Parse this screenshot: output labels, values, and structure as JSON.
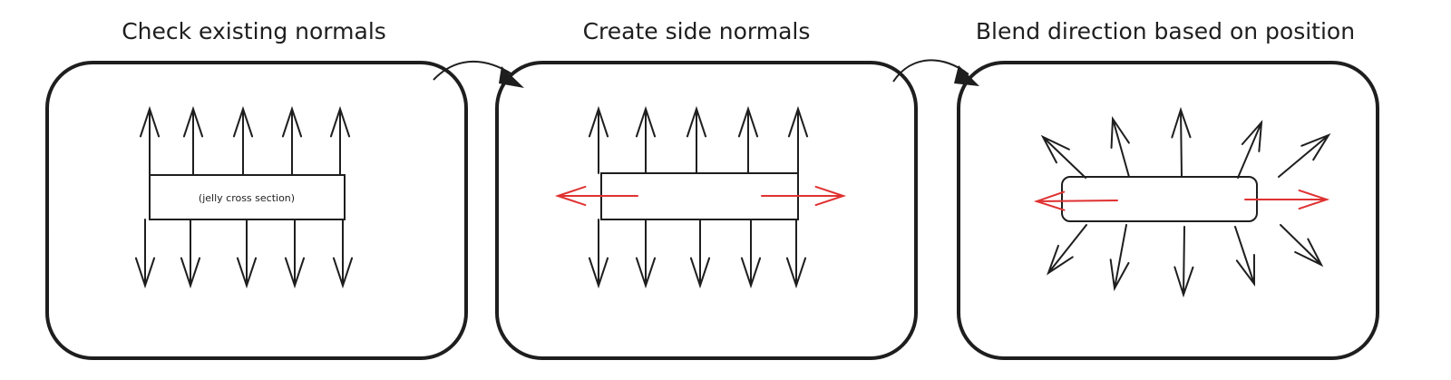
{
  "panels": [
    {
      "title": "Check existing normals",
      "bar_label": "(jelly cross section)"
    },
    {
      "title": "Create side normals"
    },
    {
      "title": "Blend direction based on position"
    }
  ],
  "colors": {
    "stroke": "#1e1e1e",
    "side_normal": "#e03131",
    "background": "#ffffff"
  }
}
